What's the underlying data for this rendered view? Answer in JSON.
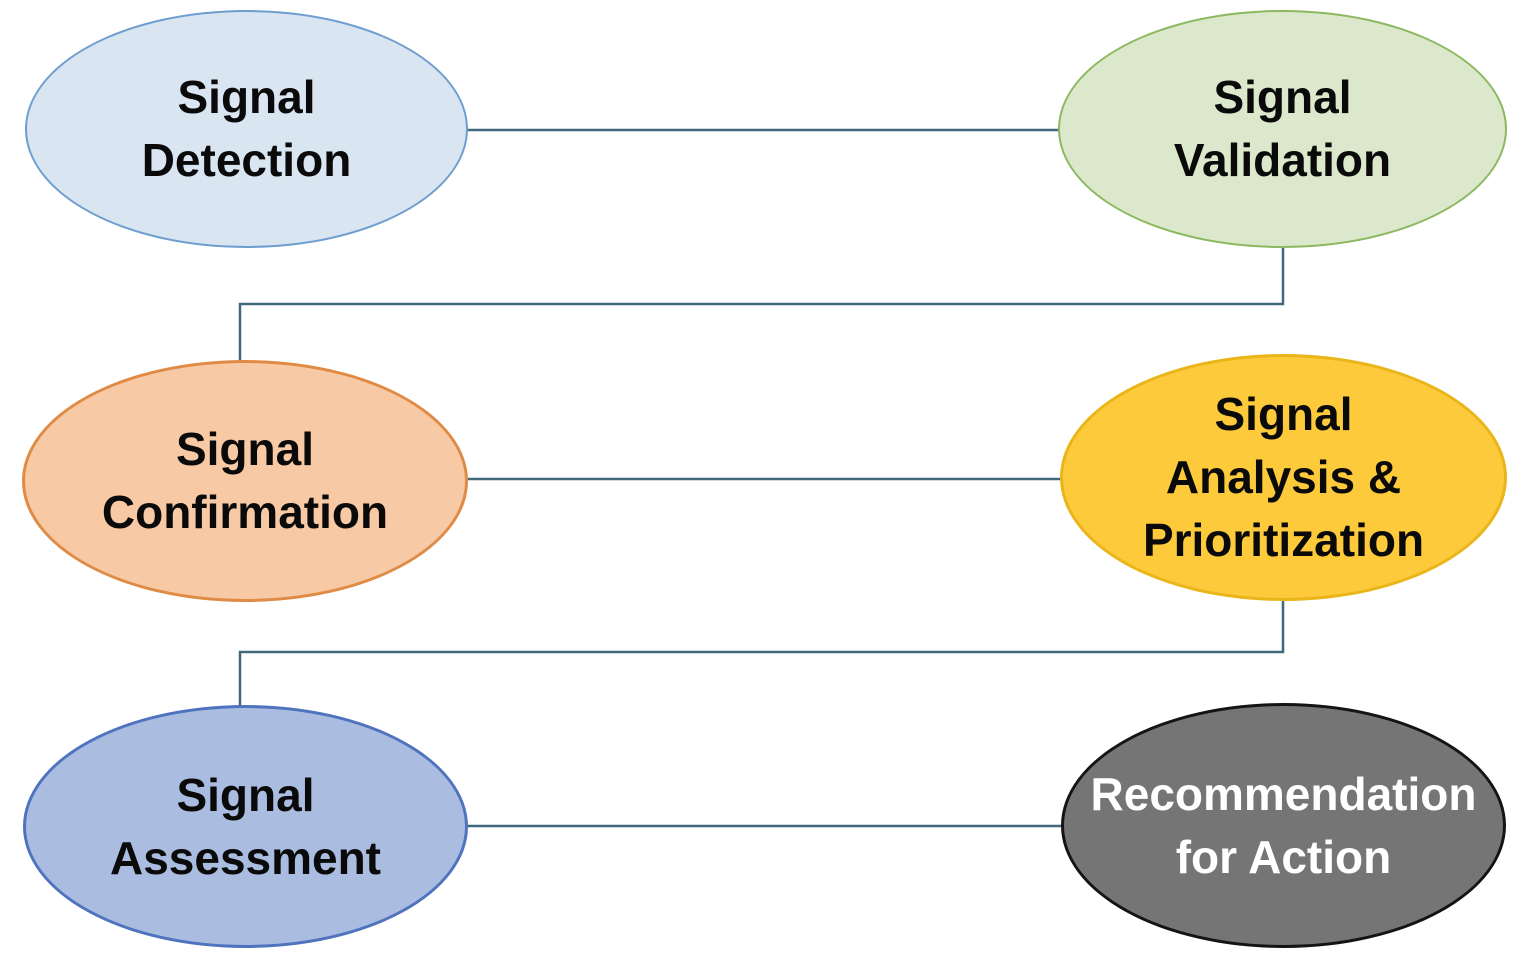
{
  "diagram": {
    "connector_color": "#41687c",
    "nodes": [
      {
        "id": "signal-detection",
        "label": "Signal Detection",
        "lines": [
          "Signal",
          "Detection"
        ],
        "fill": "#d9e5f1",
        "border": "#6e9ecf",
        "text_color": "#0a0a0a"
      },
      {
        "id": "signal-validation",
        "label": "Signal Validation",
        "lines": [
          "Signal",
          "Validation"
        ],
        "fill": "#dce8cc",
        "border": "#8cb860",
        "text_color": "#0a0a0a"
      },
      {
        "id": "signal-confirmation",
        "label": "Signal Confirmation",
        "lines": [
          "Signal",
          "Confirmation"
        ],
        "fill": "#f8c9a5",
        "border": "#e08b45",
        "text_color": "#0a0a0a"
      },
      {
        "id": "signal-analysis-prioritization",
        "label": "Signal Analysis & Prioritization",
        "lines": [
          "Signal",
          "Analysis &",
          "Prioritization"
        ],
        "fill": "#fcca3b",
        "border": "#eab519",
        "text_color": "#0a0a0a"
      },
      {
        "id": "signal-assessment",
        "label": "Signal Assessment",
        "lines": [
          "Signal",
          "Assessment"
        ],
        "fill": "#aabde1",
        "border": "#4f73be",
        "text_color": "#0a0a0a"
      },
      {
        "id": "recommendation-for-action",
        "label": "Recommendation for Action",
        "lines": [
          "Recommendation",
          "for Action"
        ],
        "fill": "#757575",
        "border": "#141414",
        "text_color": "#ffffff"
      }
    ],
    "edges": [
      {
        "from": "signal-detection",
        "to": "signal-validation"
      },
      {
        "from": "signal-validation",
        "to": "signal-confirmation"
      },
      {
        "from": "signal-confirmation",
        "to": "signal-analysis-prioritization"
      },
      {
        "from": "signal-analysis-prioritization",
        "to": "signal-assessment"
      },
      {
        "from": "signal-assessment",
        "to": "recommendation-for-action"
      }
    ]
  }
}
